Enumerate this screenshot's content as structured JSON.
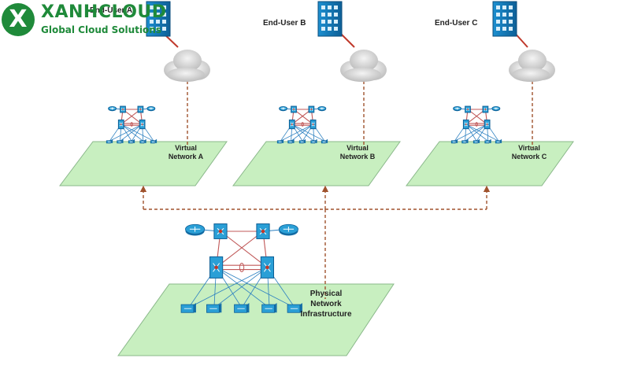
{
  "brand": {
    "logo_letter": "X",
    "name": "XANHCLOUD",
    "tagline": "Global Cloud Solutions"
  },
  "users": [
    {
      "label": "End-User A"
    },
    {
      "label": "End-User B"
    },
    {
      "label": "End-User C"
    }
  ],
  "virtual_networks": [
    {
      "label_line1": "Virtual",
      "label_line2": "Network A"
    },
    {
      "label_line1": "Virtual",
      "label_line2": "Network B"
    },
    {
      "label_line1": "Virtual",
      "label_line2": "Network C"
    }
  ],
  "physical_network": {
    "label_line1": "Physical",
    "label_line2": "Network",
    "label_line3": "Infrastructure"
  },
  "colors": {
    "platform_fill": "#c8efc0",
    "platform_stroke": "#8ab88a",
    "device_blue": "#2a9fd6",
    "link_red": "#c05858",
    "link_blue": "#2a7fc0",
    "dashed_link": "#a0522d",
    "brand_green": "#1f8a3a"
  }
}
